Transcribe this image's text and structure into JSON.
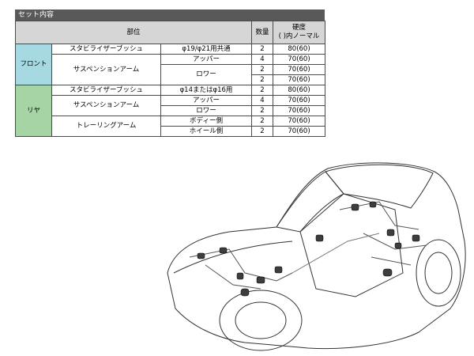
{
  "title": "セット内容",
  "table": {
    "headers": {
      "part": "部位",
      "qty": "数量",
      "hardness_line1": "硬度",
      "hardness_line2": "( )内ノーマル"
    },
    "front": {
      "label": "フロント",
      "stab": {
        "name": "スタビライザーブッシュ",
        "spec": "φ19/φ21用共通",
        "qty": "2",
        "hardness": "80(60)"
      },
      "susp": {
        "name": "サスペンションアーム",
        "rows": [
          {
            "spec": "アッパー",
            "qty": "4",
            "hardness": "70(60)"
          },
          {
            "spec": "ロワー",
            "qty": "2",
            "hardness": "70(60)"
          },
          {
            "spec": "",
            "qty": "2",
            "hardness": "70(60)"
          }
        ]
      }
    },
    "rear": {
      "label": "リヤ",
      "stab": {
        "name": "スタビライザーブッシュ",
        "spec": "φ14またはφ16用",
        "qty": "2",
        "hardness": "80(60)"
      },
      "susp": {
        "name": "サスペンションアーム",
        "rows": [
          {
            "spec": "アッパー",
            "qty": "4",
            "hardness": "70(60)"
          },
          {
            "spec": "ロワー",
            "qty": "2",
            "hardness": "70(60)"
          }
        ]
      },
      "trailing": {
        "name": "トレーリングアーム",
        "rows": [
          {
            "spec": "ボディー側",
            "qty": "2",
            "hardness": "70(60)"
          },
          {
            "spec": "ホイール側",
            "qty": "2",
            "hardness": "70(60)"
          }
        ]
      }
    }
  },
  "colors": {
    "title_bg": "#595959",
    "header_bg": "#d6d6d6",
    "front_bg": "#a7d9e3",
    "rear_bg": "#a6d4a4"
  },
  "illustration": {
    "subject": "roadster line drawing with highlighted bushings"
  }
}
